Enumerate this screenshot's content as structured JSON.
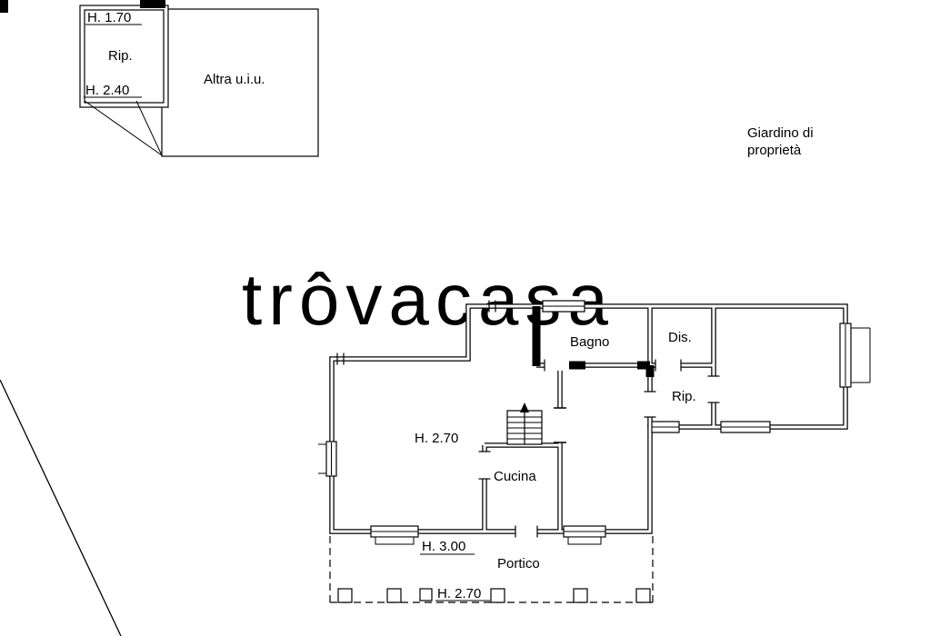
{
  "annex": {
    "height_top": "H. 1.70",
    "room_label": "Rip.",
    "height_bottom": "H. 2.40",
    "adjacent_unit_label": "Altra u.i.u."
  },
  "garden_label": {
    "line1": "Giardino di",
    "line2": "proprietà"
  },
  "watermark_text": "trôvacasa",
  "rooms": {
    "bagno": "Bagno",
    "dis": "Dis.",
    "rip": "Rip.",
    "cucina": "Cucina",
    "portico": "Portico"
  },
  "dimensions": {
    "main_height": "H. 2.70",
    "portico_front_height": "H. 3.00",
    "portico_height": "H. 2.70"
  },
  "colors": {
    "wall": "#000000",
    "watermark": "#d6d6d6",
    "background": "#ffffff"
  }
}
